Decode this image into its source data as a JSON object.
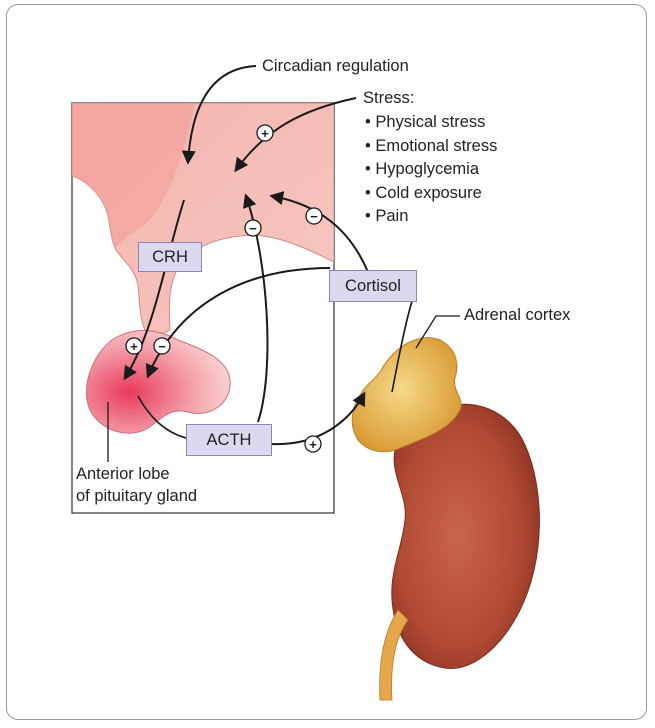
{
  "labels": {
    "circadian": "Circadian regulation",
    "stress_title": "Stress:",
    "stress_items": [
      "Physical stress",
      "Emotional stress",
      "Hypoglycemia",
      "Cold exposure",
      "Pain"
    ],
    "adrenal_cortex": "Adrenal cortex",
    "anterior_lobe_line1": "Anterior lobe",
    "anterior_lobe_line2": "of pituitary gland"
  },
  "hormones": {
    "crh": "CRH",
    "cortisol": "Cortisol",
    "acth": "ACTH"
  },
  "signs": {
    "plus": "+",
    "minus": "−"
  },
  "colors": {
    "hypothalamus": "#f2a7a3",
    "pituitary": "#ec6f7a",
    "adrenal": "#e3b04e",
    "kidney": "#b9533d",
    "box_fill": "#dcd8f0"
  }
}
